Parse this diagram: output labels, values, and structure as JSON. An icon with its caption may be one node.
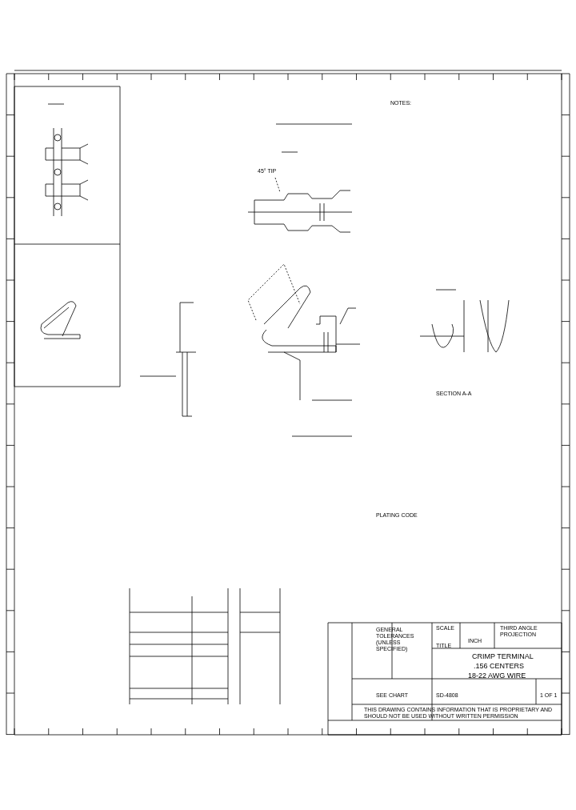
{
  "diagram": {
    "nodes": [
      {
        "text": [
          "45° TIP"
        ]
      },
      {
        "text": [],
        "shape": "picture"
      }
    ],
    "edges": [
      {
        "from": 0,
        "to": 1,
        "arrow": "none",
        "style": "dashed"
      }
    ],
    "labels": [
      "NOTES:",
      "SECTION A-A",
      "PLATING CODE",
      "GENERAL TOLERANCES (UNLESS SPECIFIED)",
      "INCH",
      "SCALE",
      "THIRD ANGLE PROJECTION",
      "TITLE",
      "CRIMP TERMINAL",
      ".156 CENTERS",
      "18-22 AWG WIRE",
      "SEE CHART",
      "SD-4808",
      "1 OF 1",
      "THIS DRAWING CONTAINS INFORMATION THAT IS PROPRIETARY AND SHOULD NOT BE USED WITHOUT WRITTEN PERMISSION"
    ]
  }
}
